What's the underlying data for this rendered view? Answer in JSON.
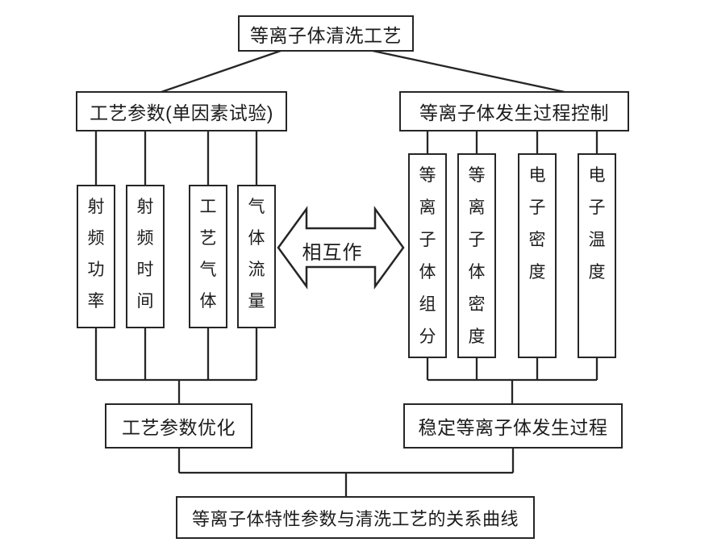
{
  "title": "等离子体清洗工艺",
  "arrow": {
    "label": "相互作"
  },
  "left": {
    "header": "工艺参数(单因素试验)",
    "factors": [
      "射频功率",
      "射频时间",
      "工艺气体",
      "气体流量"
    ],
    "outcome": "工艺参数优化"
  },
  "right": {
    "header": "等离子体发生过程控制",
    "factors": [
      "等离子体组分",
      "等离子体密度",
      "电子密度",
      "电子温度"
    ],
    "outcome": "稳定等离子体发生过程"
  },
  "footer": "等离子体特性参数与清洗工艺的关系曲线",
  "colors": {
    "line": "#262626",
    "text": "#1c1c1c",
    "background": "#ffffff"
  }
}
